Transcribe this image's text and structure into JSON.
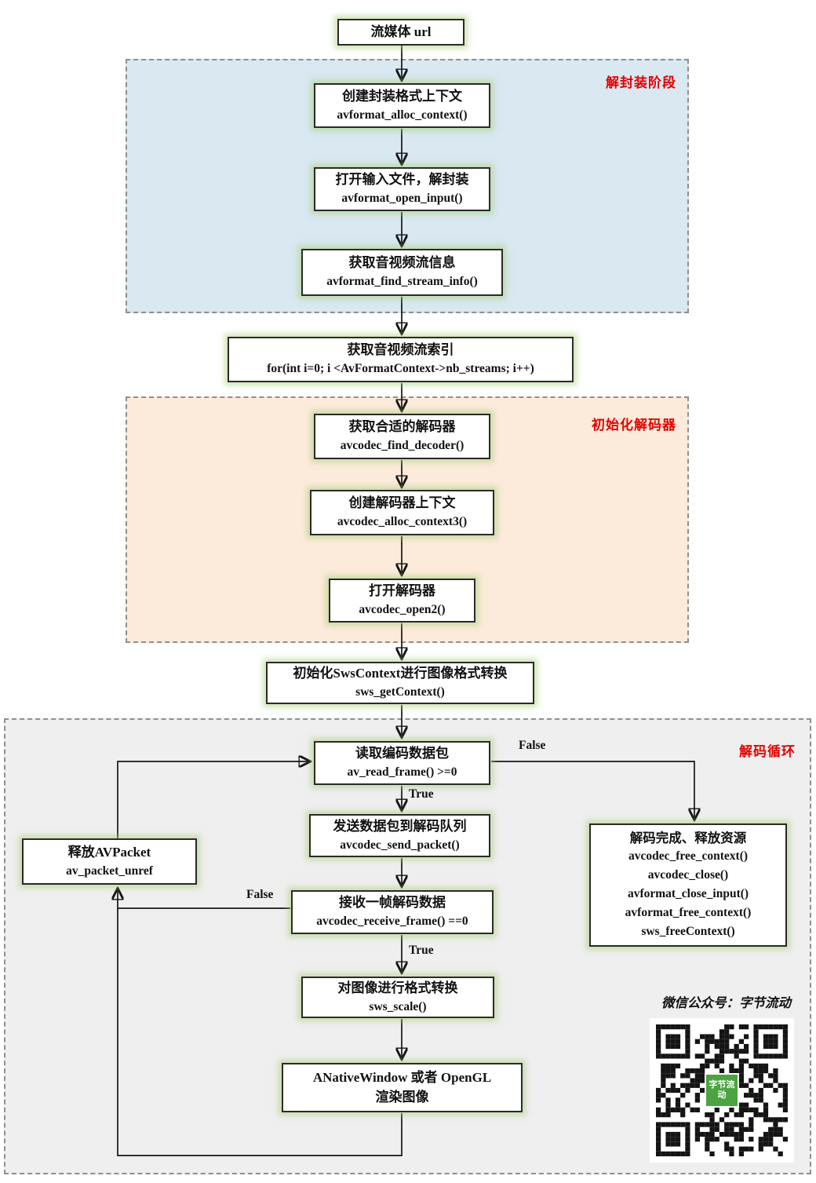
{
  "colors": {
    "section-label": "#e60000",
    "demux-bg": "#d9e8f1",
    "init-bg": "#fcebdb",
    "loop-bg": "#efefef"
  },
  "start": {
    "label": "流媒体 url"
  },
  "sections": {
    "demux": {
      "label": "解封装阶段"
    },
    "init": {
      "label": "初始化解码器"
    },
    "loop": {
      "label": "解码循环"
    }
  },
  "nodes": {
    "alloc_context": {
      "title": "创建封装格式上下文",
      "code": "avformat_alloc_context()"
    },
    "open_input": {
      "title": "打开输入文件，解封装",
      "code": "avformat_open_input()"
    },
    "find_stream_info": {
      "title": "获取音视频流信息",
      "code": "avformat_find_stream_info()"
    },
    "stream_index": {
      "title": "获取音视频流索引",
      "code": "for(int i=0; i <AvFormatContext->nb_streams; i++)"
    },
    "find_decoder": {
      "title": "获取合适的解码器",
      "code": "avcodec_find_decoder()"
    },
    "alloc_context3": {
      "title": "创建解码器上下文",
      "code": "avcodec_alloc_context3()"
    },
    "open2": {
      "title": "打开解码器",
      "code": "avcodec_open2()"
    },
    "sws_get_context": {
      "title": "初始化SwsContext进行图像格式转换",
      "code": "sws_getContext()"
    },
    "read_frame": {
      "title": "读取编码数据包",
      "code": "av_read_frame() >=0"
    },
    "send_packet": {
      "title": "发送数据包到解码队列",
      "code": "avcodec_send_packet()"
    },
    "receive_frame": {
      "title": "接收一帧解码数据",
      "code": "avcodec_receive_frame() ==0"
    },
    "release_packet": {
      "title": "释放AVPacket",
      "code": "av_packet_unref"
    },
    "sws_scale": {
      "title": "对图像进行格式转换",
      "code": "sws_scale()"
    },
    "render": {
      "line1": "ANativeWindow 或者 OpenGL",
      "line2": "渲染图像"
    },
    "free_resources": {
      "lines": [
        "解码完成、释放资源",
        "avcodec_free_context()",
        "avcodec_close()",
        "avformat_close_input()",
        "avformat_free_context()",
        "sws_freeContext()"
      ]
    }
  },
  "edge_labels": {
    "true": "True",
    "false": "False"
  },
  "footer": {
    "wechat": "微信公众号：字节流动",
    "qr_center": "字节流动"
  }
}
